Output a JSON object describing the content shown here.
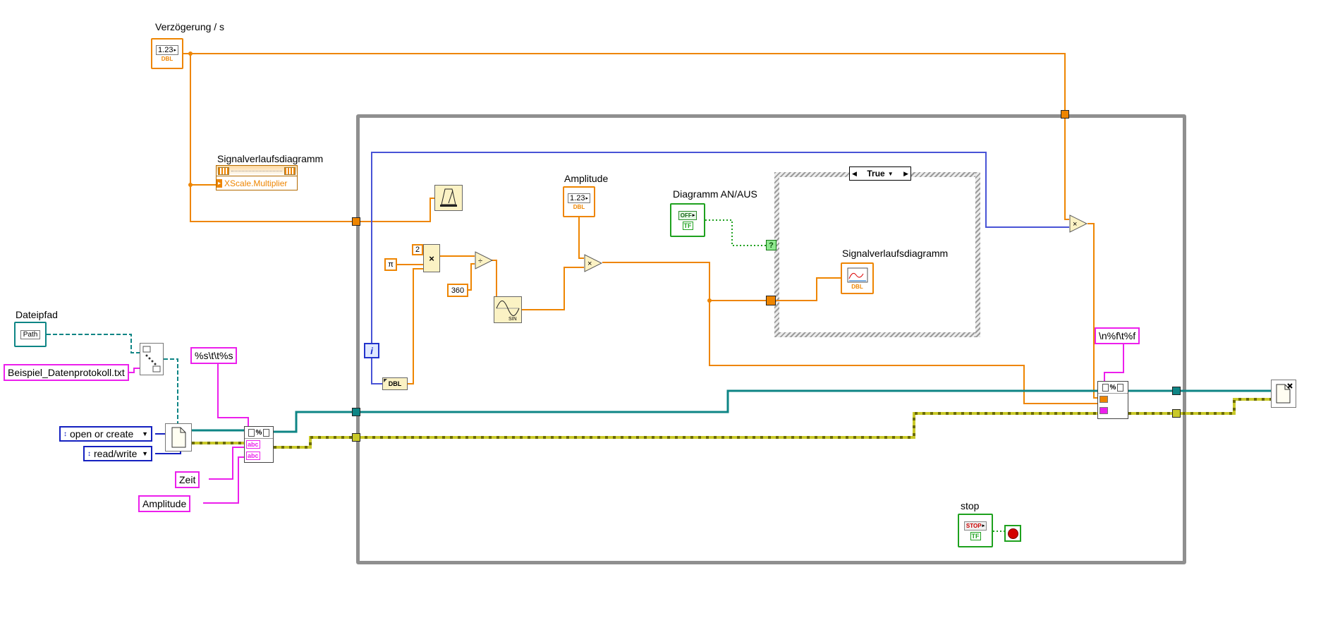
{
  "colors": {
    "dbl_orange": "#ee8500",
    "int_blue": "#4853d6",
    "enum_blue": "#1420c0",
    "string_pink": "#ec1fec",
    "path_teal": "#0e8585",
    "bool_green": "#1ea11e",
    "error_yellow": "#c9c929",
    "loop_gray": "#8f8f8f"
  },
  "labels": {
    "delay": "Verzögerung / s",
    "chart_property": "Signalverlaufsdiagramm",
    "file_path": "Dateipfad",
    "amplitude": "Amplitude",
    "chart_toggle": "Diagramm AN/AUS",
    "chart": "Signalverlaufsdiagramm",
    "stop": "stop"
  },
  "property_node": {
    "property": "XScale.Multiplier"
  },
  "case_structure": {
    "selector": "True",
    "prev": "◀",
    "next": "▶",
    "dropdown": "▼"
  },
  "controls": {
    "numeric_value": "1.23",
    "numeric_type": "DBL",
    "path_text": "Path",
    "toggle_off": "OFF",
    "bool_type": "TF",
    "stop_button": "STOP"
  },
  "constants": {
    "file_name": "Beispiel_Datenprotokoll.txt",
    "header_format": "%s\\t\\t%s",
    "open_mode": "open or create",
    "access_mode": "read/write",
    "column_time": "Zeit",
    "column_amplitude": "Amplitude",
    "two": "2",
    "pi": "π",
    "degrees": "360",
    "row_format": "\\n%f\\t%f",
    "dropdown_arrow": "▼",
    "ring_glyph": "↕"
  },
  "nodes": {
    "iteration": "i",
    "to_dbl": "DBL",
    "sine_label": "SIN",
    "percent": "%",
    "abc": "abc",
    "multiply": "×",
    "divide": "÷",
    "question": "?",
    "terminal_arrow": "▸"
  }
}
